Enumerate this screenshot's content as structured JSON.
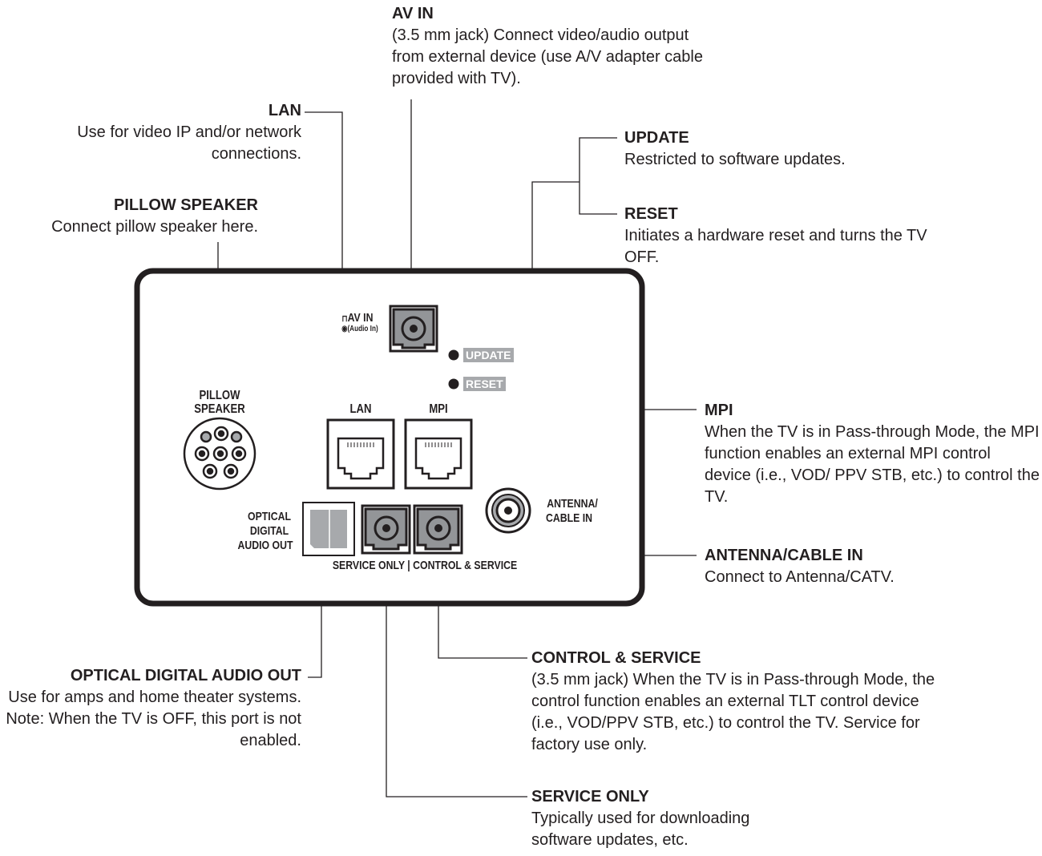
{
  "callouts": {
    "av_in": {
      "title": "AV IN",
      "desc": "(3.5 mm jack) Connect video/audio output from external device (use A/V adapter cable provided with TV)."
    },
    "lan": {
      "title": "LAN",
      "desc": "Use for video IP and/or network connections."
    },
    "update": {
      "title": "UPDATE",
      "desc": "Restricted to software updates."
    },
    "reset": {
      "title": "RESET",
      "desc": "Initiates a hardware reset and turns the TV OFF."
    },
    "pillow_speaker": {
      "title": "PILLOW SPEAKER",
      "desc": "Connect pillow speaker here."
    },
    "mpi": {
      "title": "MPI",
      "desc": "When the TV is in Pass-through Mode, the MPI function enables an external MPI control device (i.e., VOD/ PPV STB, etc.) to control the TV."
    },
    "antenna": {
      "title": "ANTENNA/CABLE IN",
      "desc": "Connect to Antenna/CATV."
    },
    "optical": {
      "title": "OPTICAL DIGITAL AUDIO OUT",
      "desc": "Use for amps and home theater systems. Note: When the TV is OFF, this port is not enabled."
    },
    "control_service": {
      "title": "CONTROL & SERVICE",
      "desc": "(3.5 mm jack) When the TV is in Pass-through Mode, the control function enables an external TLT control device (i.e., VOD/PPV STB, etc.) to control the TV. Service for factory use only."
    },
    "service_only": {
      "title": "SERVICE ONLY",
      "desc": "Typically used for downloading software updates, etc."
    }
  },
  "panel": {
    "av_in_label": "AV IN",
    "av_in_sub": "(Audio In)",
    "update_badge": "UPDATE",
    "reset_badge": "RESET",
    "pillow_label_1": "PILLOW",
    "pillow_label_2": "SPEAKER",
    "lan_label": "LAN",
    "mpi_label": "MPI",
    "optical_label_1": "OPTICAL",
    "optical_label_2": "DIGITAL",
    "optical_label_3": "AUDIO OUT",
    "antenna_label_1": "ANTENNA/",
    "antenna_label_2": "CABLE IN",
    "service_row_label": "SERVICE ONLY | CONTROL & SERVICE"
  },
  "colors": {
    "ink": "#231f20",
    "port_grey": "#a7a9ac",
    "pin_grey": "#939598"
  }
}
